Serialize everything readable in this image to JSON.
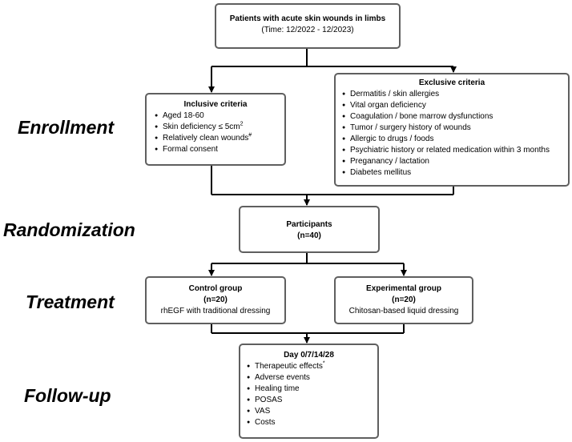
{
  "stages": {
    "enrollment": "Enrollment",
    "randomization": "Randomization",
    "treatment": "Treatment",
    "followup": "Follow-up"
  },
  "patients": {
    "title": "Patients with acute skin wounds in limbs",
    "time": "(Time: 12/2022 - 12/2023)"
  },
  "inclusive": {
    "title": "Inclusive criteria",
    "items": [
      "Aged 18-60",
      "Skin deficiency ≤ 5cm",
      "Relatively clean wounds",
      "Formal consent"
    ],
    "skin_sup": "2",
    "wounds_sup": "#"
  },
  "exclusive": {
    "title": "Exclusive criteria",
    "items": [
      "Dermatitis / skin allergies",
      "Vital organ deficiency",
      "Coagulation / bone marrow dysfunctions",
      "Tumor / surgery history of wounds",
      "Allergic to drugs / foods",
      "Psychiatric history or related medication within 3 months",
      "Preganancy / lactation",
      "Diabetes mellitus"
    ]
  },
  "participants": {
    "title": "Participants",
    "count": "(n=40)"
  },
  "control": {
    "title": "Control group",
    "count": "(n=20)",
    "desc": "rhEGF with traditional dressing"
  },
  "experimental": {
    "title": "Experimental group",
    "count": "(n=20)",
    "desc": "Chitosan-based liquid dressing"
  },
  "followup": {
    "title": "Day 0/7/14/28",
    "items": [
      "Therapeutic effects",
      "Adverse events",
      "Healing time",
      "POSAS",
      "VAS",
      "Costs"
    ],
    "effects_sup": "*"
  }
}
